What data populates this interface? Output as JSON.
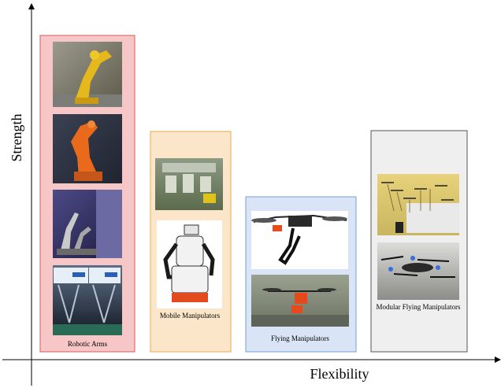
{
  "axes": {
    "x_label": "Flexibility",
    "y_label": "Strength"
  },
  "categories": [
    {
      "label": "Robotic Arms",
      "fill": "#f7c6c6",
      "stroke": "#d65b5b",
      "photos": [
        "yellow-industrial-robot-arm-photo",
        "orange-industrial-robot-arm-photo",
        "dual-arm-lab-robot-photo",
        "parallel-delta-robot-photo"
      ]
    },
    {
      "label": "Mobile Manipulators",
      "fill": "#fbe6c9",
      "stroke": "#e4a95a",
      "photos": [
        "warehouse-mobile-robots-photo",
        "humanoid-mobile-manipulator-photo"
      ]
    },
    {
      "label": "Flying Manipulators",
      "fill": "#d9e5f6",
      "stroke": "#7a9fd6",
      "photos": [
        "drone-with-arm-photo",
        "drone-grasping-object-photo"
      ]
    },
    {
      "label": "Modular Flying Manipulators",
      "fill": "#efefef",
      "stroke": "#555555",
      "photos": [
        "multiple-drones-cooperative-transport-photo",
        "drone-team-carrying-load-photo"
      ]
    }
  ]
}
